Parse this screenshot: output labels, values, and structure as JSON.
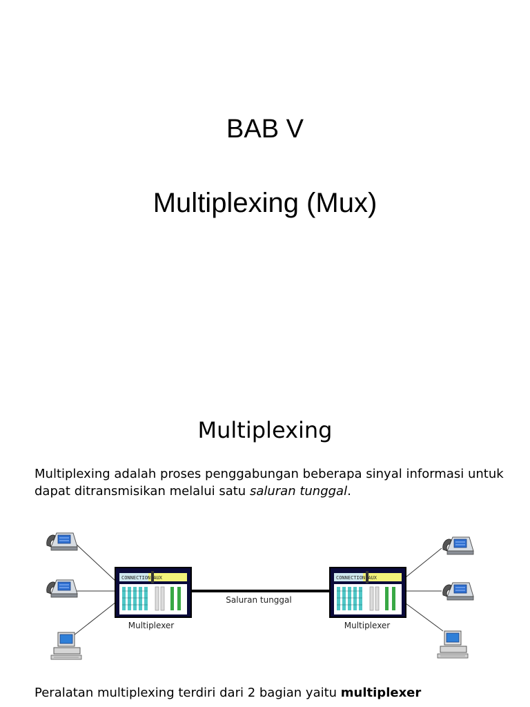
{
  "slide1": {
    "line1": "BAB V",
    "line2": "Multiplexing (Mux)"
  },
  "slide2": {
    "title": "Multiplexing",
    "paragraph_main": "Multiplexing adalah proses penggabungan beberapa sinyal informasi untuk dapat ditransmisikan melalui satu ",
    "paragraph_em": "saluran tunggal",
    "paragraph_end": ".",
    "diagram": {
      "channel_label": "Saluran tunggal",
      "left_device_label": "Multiplexer",
      "right_device_label": "Multiplexer",
      "device_panel_text": "CONNECTION AUX",
      "left_icons": [
        "telephone-icon",
        "telephone-icon",
        "computer-icon"
      ],
      "right_icons": [
        "telephone-icon",
        "telephone-icon",
        "computer-icon"
      ]
    },
    "bottom_text_start": "Peralatan multiplexing terdiri dari 2 bagian yaitu ",
    "bottom_text_bold": "multiplexer"
  }
}
